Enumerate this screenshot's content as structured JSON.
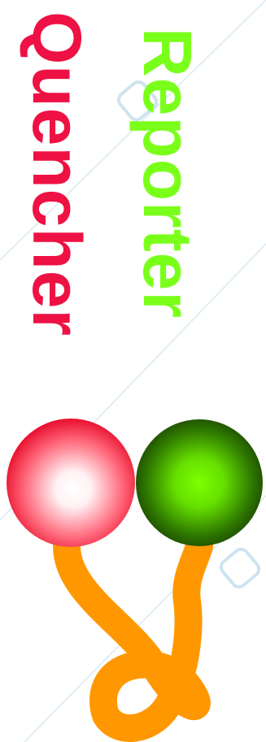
{
  "labels": {
    "quencher": "Quencher",
    "reporter": "Reporter"
  },
  "colors": {
    "quencher_text": "#ee1144",
    "reporter_text": "#7aff1a",
    "quencher_sphere_center": "#ffffff",
    "quencher_sphere_edge": "#ee1133",
    "reporter_sphere_center": "#7fff00",
    "reporter_sphere_edge": "#1e4a00",
    "linker": "#ff9a00",
    "watermark": "#cfe3ef"
  },
  "parts": {
    "quencher_sphere": "quencher-sphere",
    "reporter_sphere": "reporter-sphere",
    "linker": "linker-strand"
  }
}
